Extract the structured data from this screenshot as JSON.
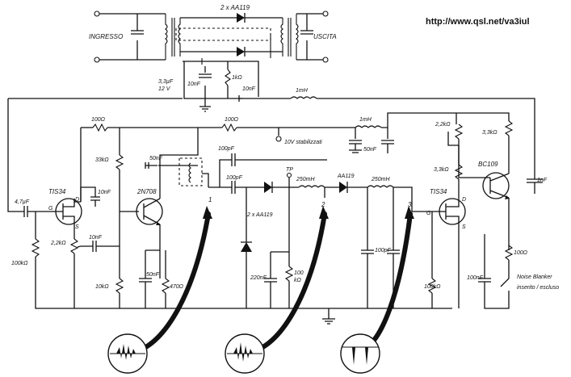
{
  "url": "http://www.qsl.net/va3iul",
  "top": {
    "diodes": "2 x AA119",
    "input": "INGRESSO",
    "output": "USCITA",
    "supply": "3,3µF\n12V",
    "c10nf": "10nF",
    "r1k": "1kΩ",
    "c10nf_b": "10nF",
    "l1mh": "1mH"
  },
  "components": {
    "r100_top": "100Ω",
    "r100_mid": "100Ω",
    "v10": "10V stabilizzati",
    "l1mh_right": "1mH",
    "c50nf_right": "50nF",
    "r33k": "33kΩ",
    "c47p": "4,7µF",
    "q1": "TIS34",
    "q1_d": "D",
    "q1_g": "G",
    "q1_s": "S",
    "c10nf_q1": "10nF",
    "r100k_left": "100kΩ",
    "r22k_pot": "2,2kΩ",
    "c10nf_mid": "10nF",
    "r10k": "10kΩ",
    "q2": "2N708",
    "c50nf_q2": "50nF",
    "c50nf_em": "50nF",
    "r470": "470Ω",
    "tap1": "1",
    "c100p_top": "100pF",
    "c100p_b": "100pF",
    "d_pair": "2 x AA119",
    "c220": "220nF",
    "r100k_pot": "100\nkΩ",
    "tp": "TP",
    "l250_a": "250mH",
    "tap2": "2",
    "d_aa119": "AA119",
    "l250_b": "250mH",
    "c100p_r": "100pF",
    "tap3": "3",
    "q3": "TIS34",
    "q3_g": "G",
    "q3_s": "S",
    "q3_d": "D",
    "r100k_r": "100kΩ",
    "r22k_r": "2,2kΩ",
    "r33k_r": "3,3kΩ",
    "r33k_r2": "3,3kΩ",
    "q4": "BC109",
    "c1nf": "1nF",
    "r100_r": "100Ω",
    "c100nf_r": "100nF",
    "nb_label": "Noise Blanker\ninserito / escluso"
  },
  "waveforms": [
    {
      "name": "noisy-signal-1",
      "tap": "1"
    },
    {
      "name": "noisy-signal-2",
      "tap": "2"
    },
    {
      "name": "blanking-pulses",
      "tap": "3"
    }
  ]
}
